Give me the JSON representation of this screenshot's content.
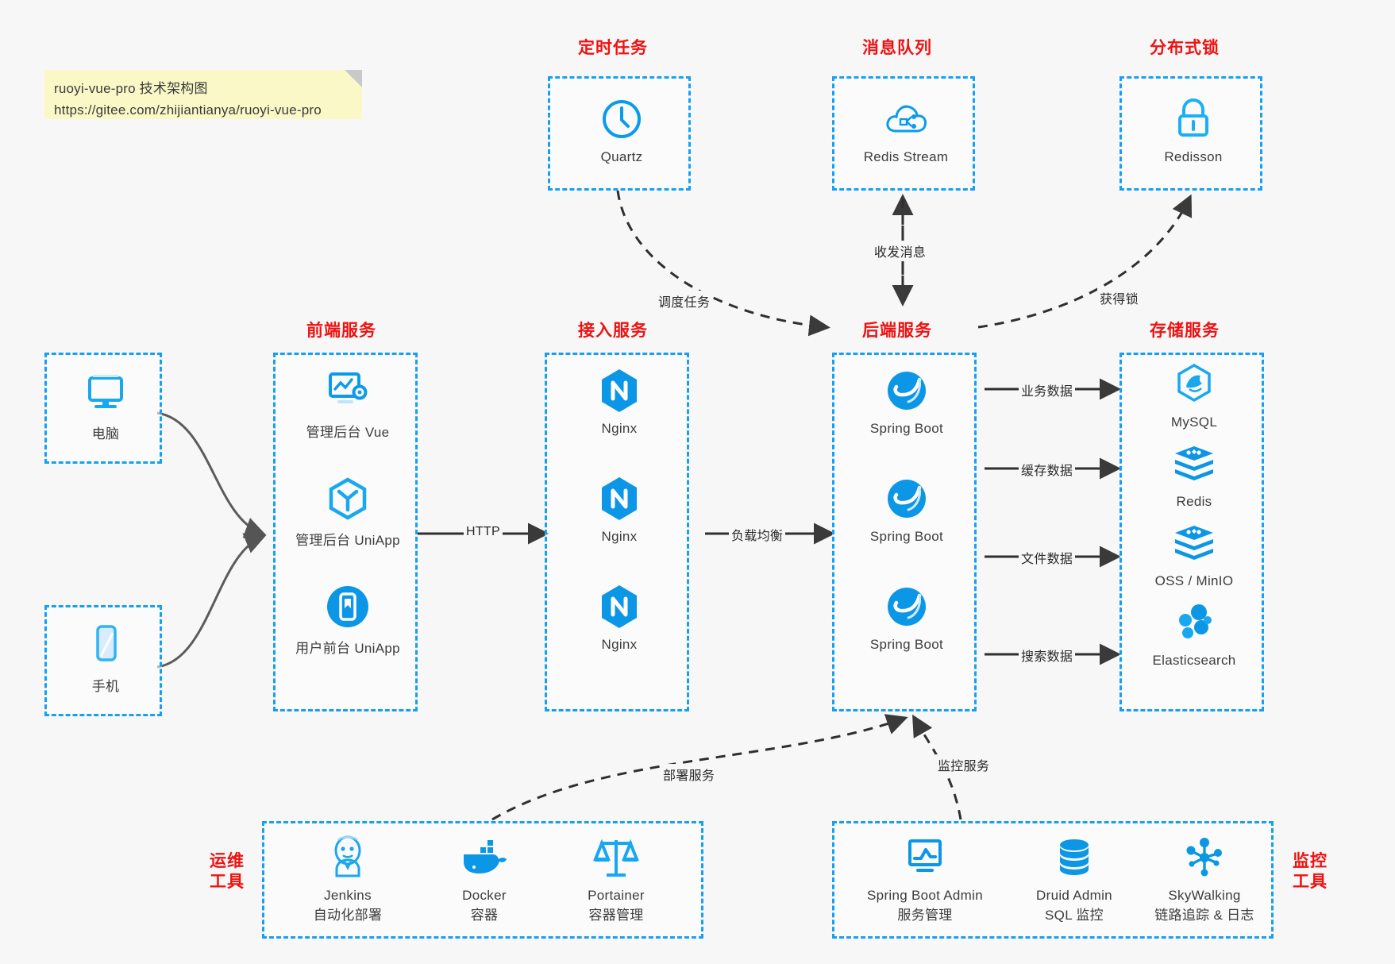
{
  "note": {
    "line1": "ruoyi-vue-pro 技术架构图",
    "line2": "https://gitee.com/zhijiantianya/ruoyi-vue-pro"
  },
  "colors": {
    "accent_blue": "#18a0f0",
    "icon_blue": "#0a9bec",
    "caption_red": "#ef1111",
    "arrow_gray": "#3a3a3a",
    "background": "#f7f7f7",
    "note_yellow": "#fbf8c8"
  },
  "groups": {
    "scheduler": {
      "caption": "定时任务"
    },
    "mq": {
      "caption": "消息队列"
    },
    "lock": {
      "caption": "分布式锁"
    },
    "frontend": {
      "caption": "前端服务"
    },
    "gateway": {
      "caption": "接入服务"
    },
    "backend": {
      "caption": "后端服务"
    },
    "storage": {
      "caption": "存储服务"
    },
    "devops": {
      "caption_line1": "运维",
      "caption_line2": "工具"
    },
    "monitor": {
      "caption_line1": "监控",
      "caption_line2": "工具"
    }
  },
  "clients": [
    {
      "icon": "desktop-monitor-icon",
      "label": "电脑"
    },
    {
      "icon": "mobile-phone-icon",
      "label": "手机"
    }
  ],
  "scheduler_nodes": [
    {
      "icon": "clock-icon",
      "label": "Quartz"
    }
  ],
  "mq_nodes": [
    {
      "icon": "cloud-stream-icon",
      "label": "Redis Stream"
    }
  ],
  "lock_nodes": [
    {
      "icon": "padlock-icon",
      "label": "Redisson"
    }
  ],
  "frontend_nodes": [
    {
      "icon": "dashboard-gear-icon",
      "label": "管理后台 Vue"
    },
    {
      "icon": "cube-hexagon-icon",
      "label": "管理后台 UniApp"
    },
    {
      "icon": "app-square-icon",
      "label": "用户前台 UniApp"
    }
  ],
  "gateway_nodes": [
    {
      "icon": "nginx-icon",
      "label": "Nginx"
    },
    {
      "icon": "nginx-icon",
      "label": "Nginx"
    },
    {
      "icon": "nginx-icon",
      "label": "Nginx"
    }
  ],
  "backend_nodes": [
    {
      "icon": "spring-leaf-icon",
      "label": "Spring Boot"
    },
    {
      "icon": "spring-leaf-icon",
      "label": "Spring Boot"
    },
    {
      "icon": "spring-leaf-icon",
      "label": "Spring Boot"
    }
  ],
  "storage_nodes": [
    {
      "icon": "mysql-dolphin-icon",
      "label": "MySQL"
    },
    {
      "icon": "redis-stack-icon",
      "label": "Redis"
    },
    {
      "icon": "oss-stack-icon",
      "label": "OSS / MinIO"
    },
    {
      "icon": "elasticsearch-icon",
      "label": "Elasticsearch"
    }
  ],
  "devops_nodes": [
    {
      "icon": "jenkins-butler-icon",
      "label": "Jenkins",
      "sub": "自动化部署"
    },
    {
      "icon": "docker-whale-icon",
      "label": "Docker",
      "sub": "容器"
    },
    {
      "icon": "portainer-scale-icon",
      "label": "Portainer",
      "sub": "容器管理"
    }
  ],
  "monitor_nodes": [
    {
      "icon": "monitor-chart-icon",
      "label": "Spring Boot Admin",
      "sub": "服务管理"
    },
    {
      "icon": "database-cylinder-icon",
      "label": "Druid Admin",
      "sub": "SQL 监控"
    },
    {
      "icon": "skywalking-node-icon",
      "label": "SkyWalking",
      "sub": "链路追踪 & 日志"
    }
  ],
  "edges": {
    "http": "HTTP",
    "load_balance": "负载均衡",
    "schedule_task": "调度任务",
    "send_receive_message": "收发消息",
    "acquire_lock": "获得锁",
    "business_data": "业务数据",
    "cache_data": "缓存数据",
    "file_data": "文件数据",
    "search_data": "搜索数据",
    "deploy_service": "部署服务",
    "monitor_service": "监控服务"
  }
}
